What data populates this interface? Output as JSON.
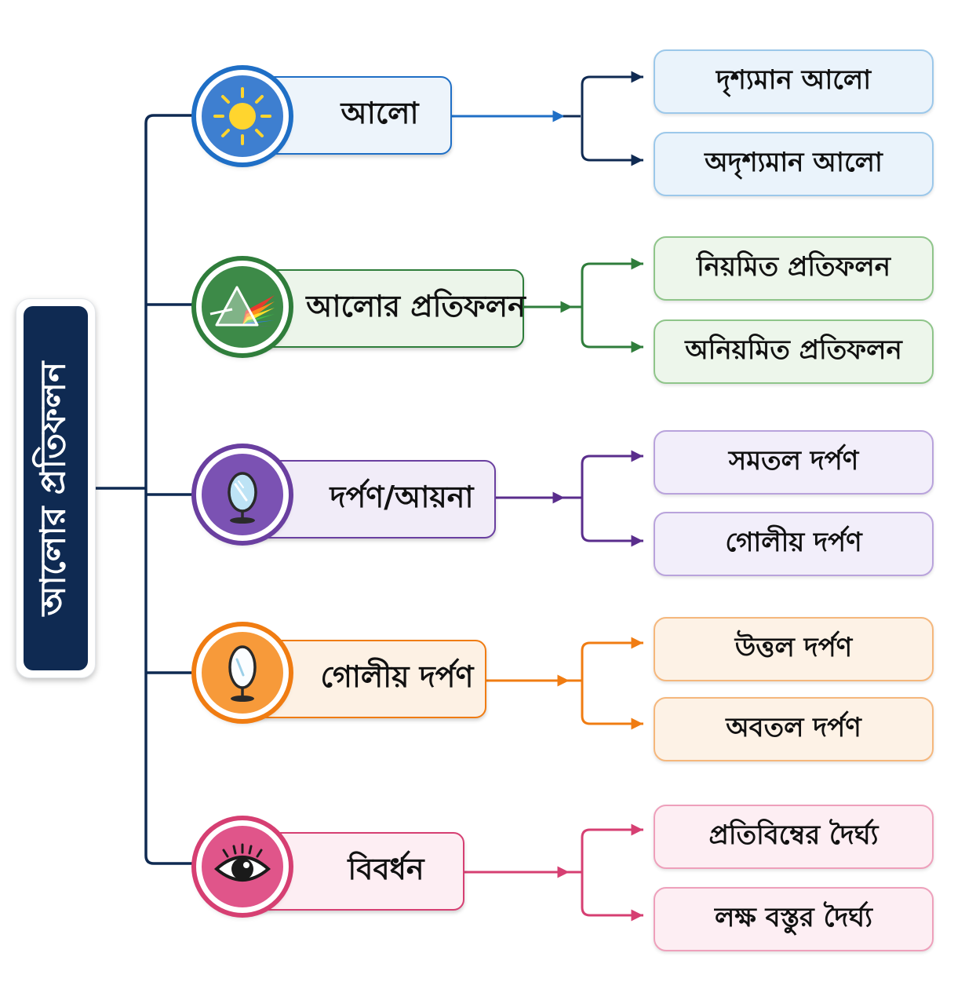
{
  "root": {
    "label": "আলোর প্রতিফলন",
    "color": "#0f2a52"
  },
  "branches": [
    {
      "label": "আলো",
      "icon": "sun-icon",
      "color": "#1f6fc6",
      "fill": "#edf4fb",
      "leafFill": "#eaf3fb",
      "leafBorder": "#9cc8ea",
      "children": [
        "দৃশ্যমান আলো",
        "অদৃশ্যমান আলো"
      ]
    },
    {
      "label": "আলোর প্রতিফলন",
      "icon": "prism-icon",
      "color": "#2f7d3b",
      "fill": "#ecf5ea",
      "leafFill": "#edf6eb",
      "leafBorder": "#8fc58a",
      "children": [
        "নিয়মিত প্রতিফলন",
        "অনিয়মিত প্রতিফলন"
      ]
    },
    {
      "label": "দর্পণ/আয়না",
      "icon": "standing-mirror-icon",
      "color": "#6a3fa0",
      "fill": "#f1ecf8",
      "leafFill": "#f2eefa",
      "leafBorder": "#b9a3dc",
      "children": [
        "সমতল দর্পণ",
        "গোলীয় দর্পণ"
      ]
    },
    {
      "label": "গোলীয় দর্পণ",
      "icon": "hand-mirror-icon",
      "color": "#f07c12",
      "fill": "#fdf1e4",
      "leafFill": "#fdf2e6",
      "leafBorder": "#f5b77c",
      "children": [
        "উত্তল দর্পণ",
        "অবতল দর্পণ"
      ]
    },
    {
      "label": "বিবর্ধন",
      "icon": "eye-icon",
      "color": "#d63f72",
      "fill": "#fdeef3",
      "leafFill": "#fdeef3",
      "leafBorder": "#eea0bb",
      "children": [
        "প্রতিবিম্বের দৈর্ঘ্য",
        "লক্ষ বস্তুর দৈর্ঘ্য"
      ]
    }
  ]
}
